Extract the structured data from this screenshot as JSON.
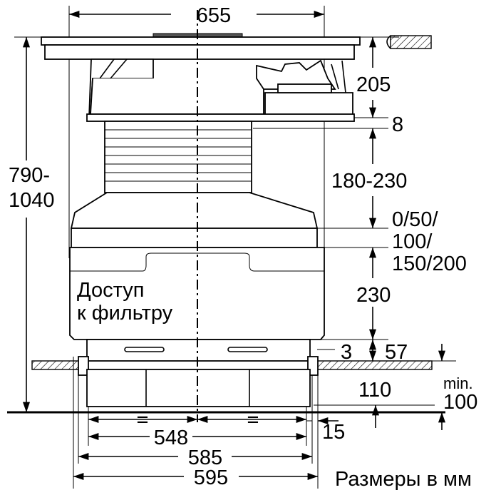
{
  "dimensions": {
    "top_width": "655",
    "total_height_line1": "790-",
    "total_height_line2": "1040",
    "hob_height": "205",
    "gap": "8",
    "bellows_range": "180-230",
    "spacer_line1": "0/50/",
    "spacer_line2": "100/",
    "spacer_line3": "150/200",
    "filter_height": "230",
    "offset_3": "3",
    "offset_57": "57",
    "plinth_110": "110",
    "min_label": "min.",
    "min_value": "100",
    "width_548": "548",
    "equal_left": "=",
    "equal_right": "=",
    "width_585": "585",
    "width_595": "595",
    "offset_15": "15"
  },
  "labels": {
    "filter_access_line1": "Доступ",
    "filter_access_line2": "к фильтру",
    "units_note": "Размеры в мм"
  }
}
